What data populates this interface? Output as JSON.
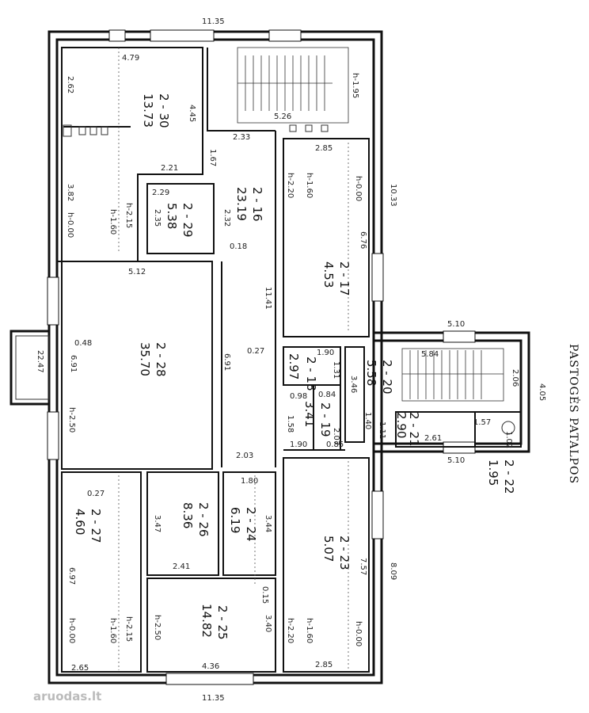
{
  "title": "PASTOGĖS PATALPOS",
  "watermark": "aruodas.lt",
  "overall": {
    "top_width": "11.35",
    "bottom_width": "11.35",
    "right_upper": "10.33",
    "right_lower": "8.09",
    "right_stair_width": "5.10",
    "right_stair_depth": "4.05",
    "balcony": "22.47"
  },
  "rooms": {
    "r30": {
      "id": "2 - 30",
      "area": "13.73",
      "d1": "4.79",
      "d2": "2.62",
      "d3": "4.45",
      "d4": "2.21",
      "d5": "3.82",
      "h1": "h-0.00",
      "h2": "h-1.60",
      "h3": "h-2.15"
    },
    "stair_top": {
      "h": "h-1.95",
      "d1": "5.26"
    },
    "r29": {
      "id": "2 - 29",
      "area": "5.38",
      "d1": "2.29",
      "d2": "2.35",
      "d3": "0.18"
    },
    "r16": {
      "id": "2 - 16",
      "area": "23.19",
      "d1": "2.33",
      "d2": "1.67",
      "d3": "2.32",
      "d4": "11.41"
    },
    "r17": {
      "id": "2 - 17",
      "area": "4.53",
      "d1": "2.85",
      "d2": "6.76",
      "h1": "h-2.20",
      "h2": "h-1.60",
      "h3": "h-0.00"
    },
    "r28": {
      "id": "2 - 28",
      "area": "35.70",
      "d1": "5.12",
      "d2": "6.91",
      "d3": "6.91",
      "d4": "0.48",
      "d5": "0.27",
      "h1": "h-2.50",
      "d6": "2.03"
    },
    "r18": {
      "id": "2 - 18",
      "area": "2.97",
      "d1": "1.90",
      "d2": "1.31"
    },
    "r19": {
      "id": "2 - 19",
      "area": "3.41",
      "d1": "0.98",
      "d2": "0.84",
      "d3": "1.58",
      "d4": "2.07",
      "d5": "1.90",
      "d6": "0.85"
    },
    "r20": {
      "id": "2 - 20",
      "area": "5.58",
      "d1": "5.84",
      "d2": "3.46",
      "d3": "2.06"
    },
    "r21": {
      "id": "2 - 21",
      "area": "2.90",
      "d1": "1.40",
      "d2": "1.11",
      "d3": "2.61"
    },
    "r22": {
      "id": "2 - 22",
      "area": "1.95",
      "d1": "1.57",
      "d2": "1.02"
    },
    "r26": {
      "id": "2 - 26",
      "area": "8.36",
      "d1": "3.47",
      "d2": "2.41"
    },
    "r24": {
      "id": "2 - 24",
      "area": "6.19",
      "d1": "1.80",
      "d2": "3.44",
      "d3": "0.15"
    },
    "r27": {
      "id": "2 - 27",
      "area": "4.60",
      "d1": "0.27",
      "d2": "6.97",
      "d3": "2.65",
      "h1": "h-0.00",
      "h2": "h-1.60",
      "h3": "h-2.15"
    },
    "r25": {
      "id": "2 - 25",
      "area": "14.82",
      "d1": "4.36",
      "d2": "3.40",
      "h1": "h-2.50"
    },
    "r23": {
      "id": "2 - 23",
      "area": "5.07",
      "d1": "7.57",
      "d2": "2.85",
      "h1": "h-2.20",
      "h2": "h-1.60",
      "h3": "h-0.00"
    }
  }
}
